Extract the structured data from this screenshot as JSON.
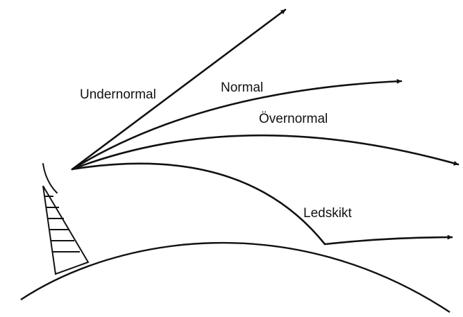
{
  "diagram": {
    "labels": {
      "subnormal": "Undernormal",
      "normal": "Normal",
      "supernormal": "Övernormal",
      "duct": "Ledskikt"
    },
    "ink_color": "#111111",
    "background_color": "#ffffff"
  }
}
